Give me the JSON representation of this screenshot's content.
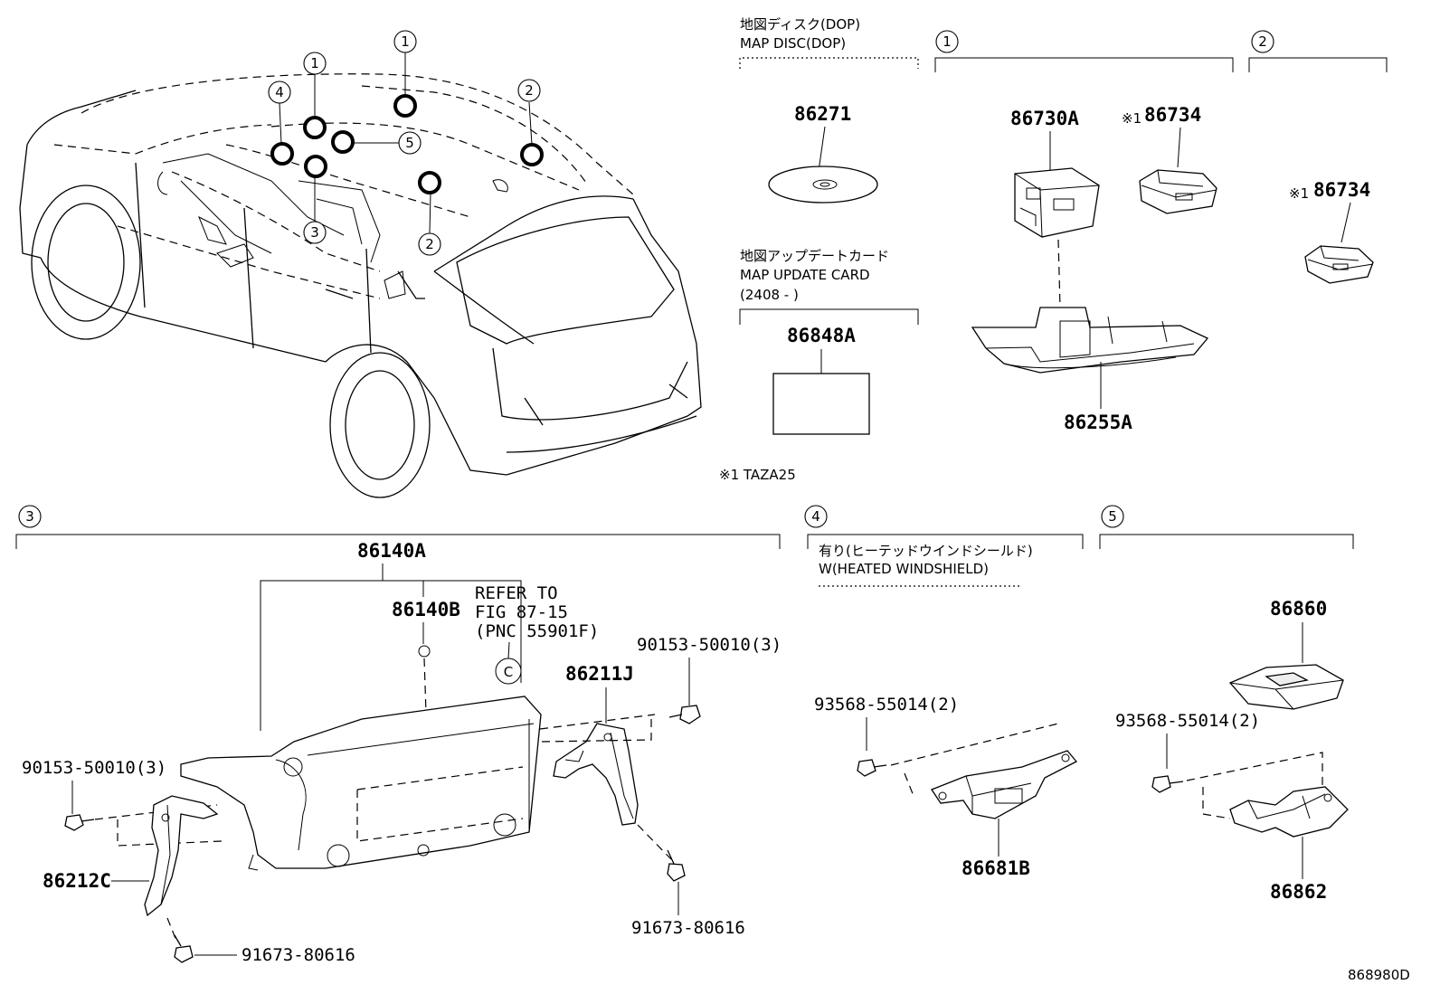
{
  "diagram_id": "868980D",
  "vehicle": {
    "callouts": [
      "1",
      "1",
      "2",
      "2",
      "3",
      "4",
      "5"
    ]
  },
  "map_disc": {
    "title_jp": "地図ディスク(DOP)",
    "title_en": "MAP DISC(DOP)",
    "part": "86271"
  },
  "map_card": {
    "title_jp": "地図アップデートカード",
    "title_en": "MAP UPDATE CARD",
    "date_note": "(2408 -       )",
    "part": "86848A"
  },
  "group1": {
    "num": "1",
    "parts": [
      "86730A",
      "86734",
      "86255A"
    ],
    "mark": "※1"
  },
  "group2": {
    "num": "2",
    "parts": [
      "86734"
    ],
    "mark": "※1"
  },
  "footnote": "※1 TAZA25",
  "group3": {
    "num": "3",
    "main": "86140A",
    "sub": "86140B",
    "refer": [
      "REFER TO",
      "FIG 87-15",
      "(PNC 55901F)"
    ],
    "ref_mark": "C",
    "bracket_r": "86211J",
    "bracket_l": "86212C",
    "screw_tr": "90153-50010(3)",
    "screw_l": "90153-50010(3)",
    "bolt_r": "91673-80616",
    "bolt_l": "91673-80616"
  },
  "group4": {
    "num": "4",
    "note_jp": "有り(ヒーテッドウインドシールド)",
    "note_en": "W(HEATED WINDSHIELD)",
    "screw": "93568-55014(2)",
    "part": "86681B"
  },
  "group5": {
    "num": "5",
    "part_top": "86860",
    "screw": "93568-55014(2)",
    "part_bottom": "86862"
  }
}
